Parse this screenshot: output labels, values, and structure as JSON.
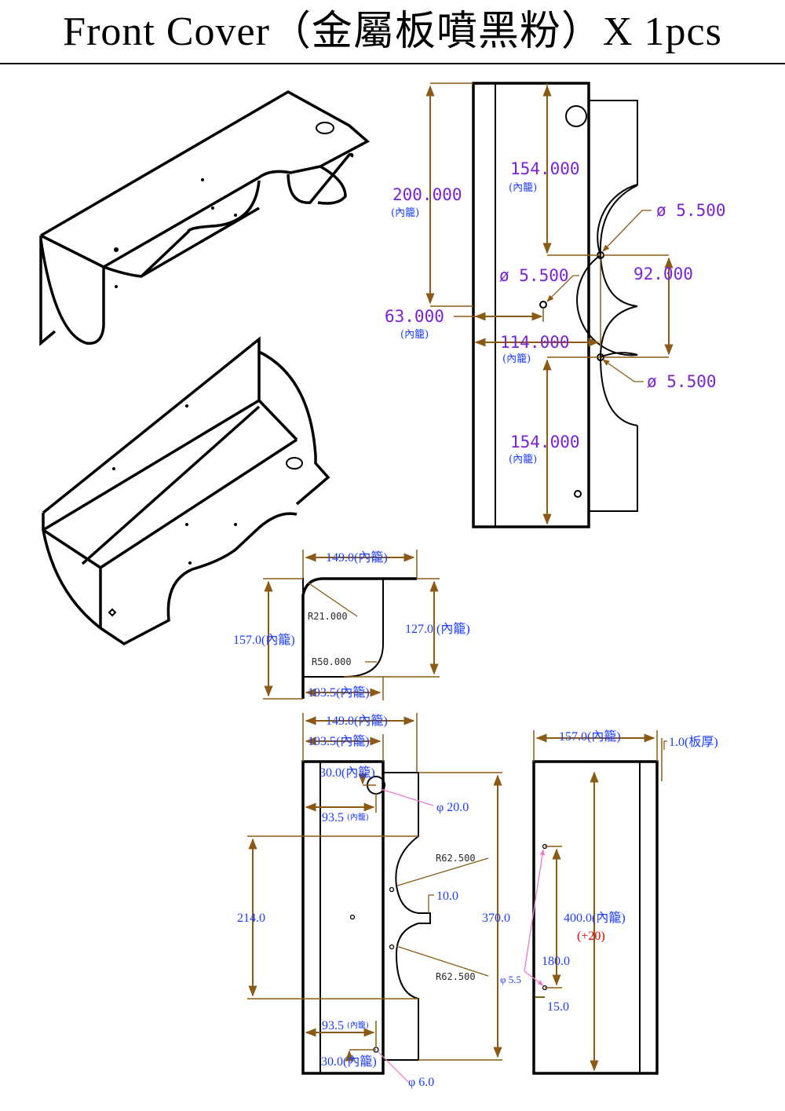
{
  "title": "Front Cover（金屬板噴黑粉）X 1pcs",
  "dimensions": {
    "top_view": {
      "d200": "200.000",
      "d200_sub": "(內籠)",
      "d154_top": "154.000",
      "d154_top_sub": "(內籠)",
      "dia_right_top": "ø 5.500",
      "dia_mid": "ø 5.500",
      "d92": "92.000",
      "d63": "63.000",
      "d63_sub": "(內籠)",
      "d114": "114.000",
      "d114_sub": "(內籠)",
      "dia_right_bottom": "ø 5.500",
      "d154_bottom": "154.000",
      "d154_bottom_sub": "(內籠)"
    },
    "side_view": {
      "width_149": "149.0(內籠)",
      "r21": "R21.000",
      "height_157": "157.0(內籠)",
      "height_127": "127.0 (內籠)",
      "r50": "R50.000",
      "width_103": "103.5(內籠)"
    },
    "front_view": {
      "width_149": "149.0(內籠)",
      "width_103": "103.5(內籠)",
      "d30_top": "30.0(內籠)",
      "phi20": "φ 20.0",
      "d93_top": "93.5",
      "d93_top_sub": "(內籠)",
      "r62_top": "R62.500",
      "d10": "10.0",
      "d214": "214.0",
      "d370": "370.0",
      "r62_bottom": "R62.500",
      "phi55": "φ 5.5",
      "d93_bottom": "93.5",
      "d93_bottom_sub": "(內籠)",
      "d30_bottom": "30.0(內籠)",
      "phi6": "φ 6.0"
    },
    "back_view": {
      "width_157": "157.0(內籠)",
      "thickness": "1.0(板厚)",
      "length_400": "400.0(內籠)",
      "plus20": "(+20)",
      "d180": "180.0",
      "d15": "15.0"
    }
  },
  "colors": {
    "dimension_line": "#8B5A14",
    "dimension_text_purple": "#7a22d6",
    "dimension_text_blue": "#1b3cff",
    "highlight_red": "#e00000",
    "leader_pink": "#f078c8"
  }
}
